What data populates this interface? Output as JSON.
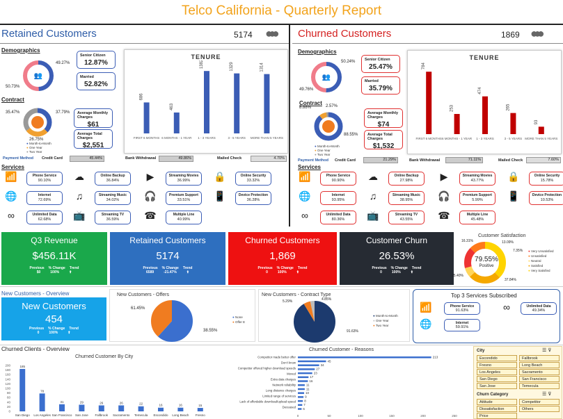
{
  "title": "Telco California - Quarterly Report",
  "retained": {
    "header": "Retained Customers",
    "count": "5174",
    "demographics": {
      "title": "Demographics",
      "pct_a": "49.27%",
      "pct_b": "50.73%",
      "senior_label": "Senior Citizen",
      "senior_value": "12.87%",
      "married_label": "Married",
      "married_value": "52.82%"
    },
    "contract": {
      "title": "Contract",
      "pct_a": "35.47%",
      "pct_b": "37.79%",
      "pct_c": "26.75%",
      "legend": [
        "Month-to-Month",
        "One Year",
        "Two Year"
      ]
    },
    "charges": {
      "monthly_label": "Average Monthly Charges",
      "monthly_value": "$61",
      "total_label": "Average Total Charges",
      "total_value": "$2,551"
    },
    "tenure": {
      "title": "TENURE",
      "categories": [
        "FIRST 6 MONTHS",
        "6 MONTHS - 1 YEAR",
        "1 - 3 YEARS",
        "3 - 5 YEARS",
        "MORE THAN 5 YEARS"
      ],
      "values": [
        686,
        463,
        1382,
        1329,
        1314
      ]
    },
    "payment": {
      "label": "Payment Method",
      "credit_label": "Credit Card",
      "credit_value": "45.44%",
      "bank_label": "Bank Withdrawal",
      "bank_value": "49.86%",
      "mailed_label": "Mailed Check",
      "mailed_value": "4.70%"
    },
    "services_title": "Services",
    "services": [
      {
        "name": "Phone Service",
        "value": "90.10%"
      },
      {
        "name": "Online Backup",
        "value": "36.84%"
      },
      {
        "name": "Streaming Movies",
        "value": "36.99%"
      },
      {
        "name": "Online Security",
        "value": "33.32%"
      },
      {
        "name": "Internet",
        "value": "72.69%"
      },
      {
        "name": "Streaming Music",
        "value": "34.02%"
      },
      {
        "name": "Premium Support",
        "value": "33.51%"
      },
      {
        "name": "Device Protection",
        "value": "36.28%"
      },
      {
        "name": "Unlimited Data",
        "value": "62.68%"
      },
      {
        "name": "Streaming TV",
        "value": "36.59%"
      },
      {
        "name": "Multiple Line",
        "value": "40.99%"
      }
    ]
  },
  "churned": {
    "header": "Churned Customers",
    "count": "1869",
    "demographics": {
      "title": "Demographics",
      "pct_a": "50.24%",
      "pct_b": "49.76%",
      "senior_label": "Senior Citizen",
      "senior_value": "25.47%",
      "married_label": "Married",
      "married_value": "35.79%"
    },
    "contract": {
      "title": "Contract",
      "pct_a": "8.88%",
      "pct_b": "2.57%",
      "pct_c": "88.55%",
      "legend": [
        "Month-to-Month",
        "One Year",
        "Two Year"
      ]
    },
    "charges": {
      "monthly_label": "Average Monthly Charges",
      "monthly_value": "$74",
      "total_label": "Average Total Charges",
      "total_value": "$1,532"
    },
    "tenure": {
      "title": "TENURE",
      "categories": [
        "FIRST 6 MONTHS",
        "6 MONTHS - 1 YEAR",
        "1 - 3 YEARS",
        "3 - 5 YEARS",
        "MORE THAN 5 YEARS"
      ],
      "values": [
        784,
        253,
        474,
        265,
        93
      ]
    },
    "payment": {
      "label": "Payment Method",
      "credit_label": "Credit Card",
      "credit_value": "21.29%",
      "bank_label": "Bank Withdrawal",
      "bank_value": "71.11%",
      "mailed_label": "Mailed Check",
      "mailed_value": "7.60%"
    },
    "services_title": "Services",
    "services": [
      {
        "name": "Phone Service",
        "value": "90.90%"
      },
      {
        "name": "Online Backup",
        "value": "27.98%"
      },
      {
        "name": "Streaming Movies",
        "value": "43.77%"
      },
      {
        "name": "Online Security",
        "value": "15.78%"
      },
      {
        "name": "Internet",
        "value": "93.95%"
      },
      {
        "name": "Streaming Music",
        "value": "38.95%"
      },
      {
        "name": "Premium Support",
        "value": "5.99%"
      },
      {
        "name": "Device Protection",
        "value": "10.53%"
      },
      {
        "name": "Unlimited Data",
        "value": "80.36%"
      },
      {
        "name": "Streaming TV",
        "value": "43.55%"
      },
      {
        "name": "Multiple Line",
        "value": "45.48%"
      }
    ]
  },
  "tiles": [
    {
      "title": "Q3 Revenue",
      "value": "$456.11K",
      "labels": [
        "Previous",
        "% Change",
        "Trend"
      ],
      "previous": "$0",
      "change": "100%",
      "color": "#1aa84b"
    },
    {
      "title": "Retained Customers",
      "value": "5174",
      "labels": [
        "Previous",
        "% Change",
        "Trend"
      ],
      "previous": "6589",
      "change": "-21.47%",
      "color": "#2e6fbf"
    },
    {
      "title": "Churned Customers",
      "value": "1,869",
      "labels": [
        "Previous",
        "% Change",
        "Trend"
      ],
      "previous": "0",
      "change": "100%",
      "color": "#ee1111"
    },
    {
      "title": "Customer Churn",
      "value": "26.53%",
      "labels": [
        "Previous",
        "% Change",
        "Trend"
      ],
      "previous": "0",
      "change": "100%",
      "color": "#262b33"
    }
  ],
  "satisfaction": {
    "title": "Customer Satisfaction",
    "center_value": "79.55%",
    "center_label": "Positive",
    "labels": [
      "16.31%",
      "13.09%",
      "7.35%",
      "25.40%",
      "37.84%"
    ],
    "legend": [
      "Very Unsatisfied",
      "Unsatisfied",
      "Neutral",
      "Satisfied",
      "Very Satisfied"
    ]
  },
  "new_customers": {
    "section_title": "New Customers - Overview",
    "title": "New Customers",
    "value": "454",
    "labels": [
      "Previous",
      "% Change",
      "Trend"
    ],
    "previous": "0",
    "change": "100%"
  },
  "offers": {
    "title": "New Customers - Offers",
    "labels": [
      "61.45%",
      "38.55%"
    ],
    "legend": [
      "None",
      "Offer E"
    ]
  },
  "contract_type": {
    "title": "New Customers - Contract Type",
    "labels": [
      "4.85%",
      "5.29%",
      "91.63%"
    ],
    "legend": [
      "Month-to-Month",
      "One Year",
      "Two Year"
    ]
  },
  "top3": {
    "title": "Top 3 Services Subscribed",
    "items": [
      {
        "name": "Phone Service",
        "value": "91.63%"
      },
      {
        "name": "Unlimited Data",
        "value": "49.34%"
      },
      {
        "name": "Internet",
        "value": "59.91%"
      }
    ]
  },
  "churned_overview": {
    "section_title": "Churned Clients - Overview"
  },
  "chart_data": [
    {
      "type": "bar",
      "title": "Churned Customer By City",
      "categories": [
        "San Diego",
        "Los Angeles",
        "San Francisco",
        "San Jose",
        "Fallbrook",
        "Sacramento",
        "Temecula",
        "Escondido",
        "Long Beach",
        "Fresno"
      ],
      "values": [
        185,
        78,
        31,
        29,
        26,
        26,
        22,
        16,
        16,
        15
      ],
      "yticks": [
        "0",
        "20",
        "40",
        "60",
        "80",
        "100",
        "120",
        "140",
        "160",
        "180",
        "200"
      ],
      "ylim": [
        0,
        200
      ]
    },
    {
      "type": "bar",
      "title": "Churned Customer - Reasons",
      "categories": [
        "Competitor made better offer",
        "Don't know",
        "Competitor offered higher download speeds",
        "Moved",
        "Extra data charges",
        "Network reliability",
        "Long distance charges",
        "Limited range of services",
        "Lack of affordable download/upload speed",
        "Deceased"
      ],
      "values": [
        213,
        45,
        34,
        27,
        23,
        17,
        16,
        11,
        11,
        10,
        9,
        8,
        7,
        6
      ],
      "xticks": [
        "0",
        "50",
        "100",
        "150",
        "200",
        "250"
      ],
      "xlim": [
        0,
        250
      ]
    }
  ],
  "slicers": {
    "city_title": "City",
    "cities": [
      "Escondido",
      "Fallbrook",
      "Fresno",
      "Long Beach",
      "Los Angeles",
      "Sacramento",
      "San Diego",
      "San Francisco",
      "San Jose",
      "Temecula"
    ],
    "category_title": "Churn Category",
    "categories": [
      "Attitude",
      "Competitor",
      "Dissatisfaction",
      "Others",
      "Price"
    ]
  }
}
